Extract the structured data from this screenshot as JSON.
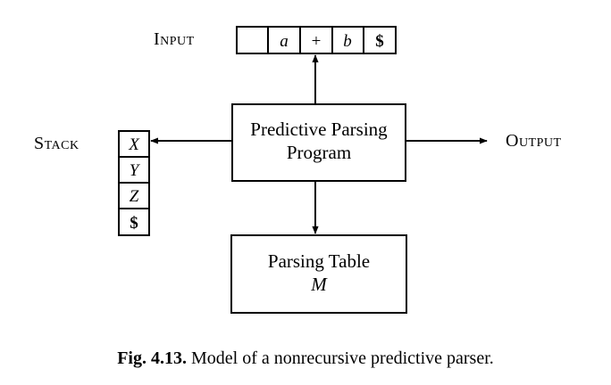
{
  "labels": {
    "input": "Input",
    "stack": "Stack",
    "output": "Output"
  },
  "input_tape": [
    "",
    "a",
    "+",
    "b",
    "$"
  ],
  "stack_cells": [
    "X",
    "Y",
    "Z",
    "$"
  ],
  "program_box": {
    "line1": "Predictive Parsing",
    "line2": "Program"
  },
  "table_box": {
    "line1": "Parsing Table",
    "line2": "M"
  },
  "caption": {
    "figure_label": "Fig. 4.13.",
    "text": "Model of a nonrecursive predictive parser."
  }
}
